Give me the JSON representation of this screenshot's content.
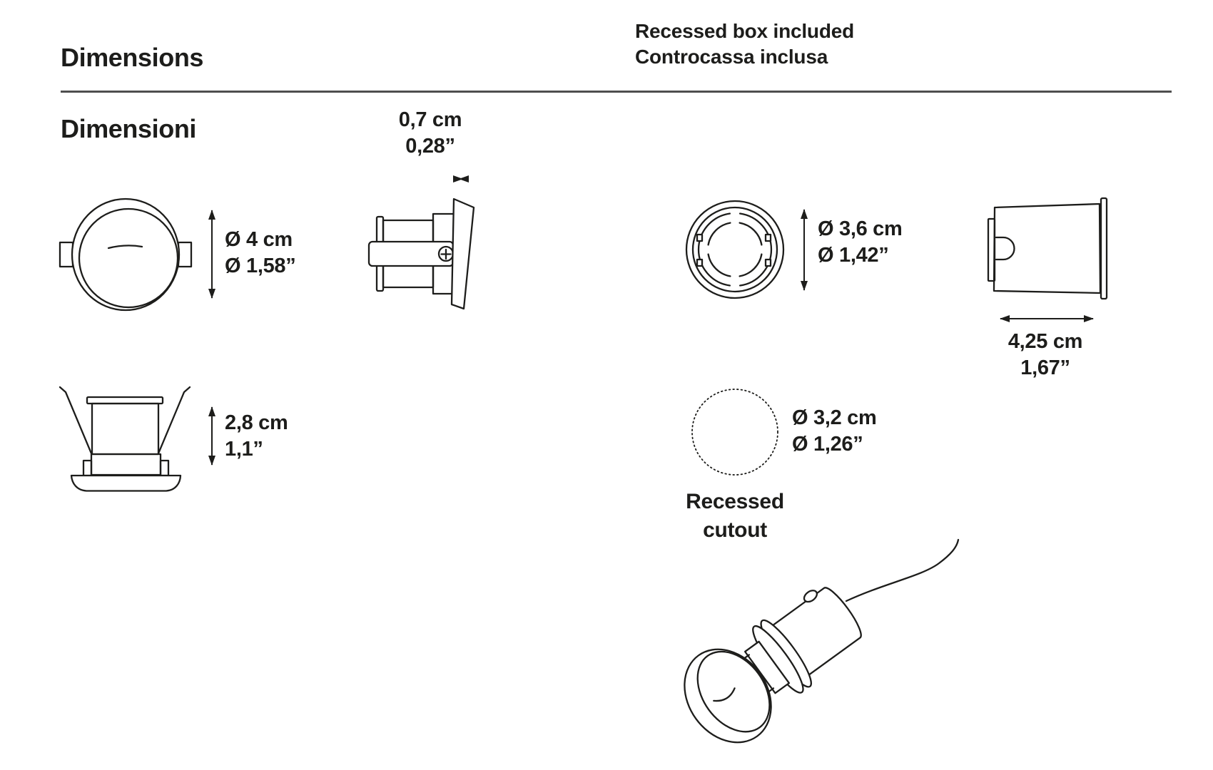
{
  "header": {
    "title_line1": "Dimensions",
    "title_line2": "Dimensioni",
    "note_line1": "Recessed box included",
    "note_line2": "Controcassa inclusa"
  },
  "colors": {
    "ink": "#1d1d1b",
    "rule": "#4e4e4e",
    "background": "#ffffff"
  },
  "dimensions": {
    "front_view": {
      "metric": "Ø 4 cm",
      "imperial": "Ø 1,58”"
    },
    "side_view": {
      "metric": "0,7 cm",
      "imperial": "0,28”"
    },
    "height_view": {
      "metric": "2,8 cm",
      "imperial": "1,1”"
    },
    "recessed_box_front": {
      "metric": "Ø 3,6 cm",
      "imperial": "Ø 1,42”"
    },
    "recessed_box_side": {
      "metric": "4,25 cm",
      "imperial": "1,67”"
    },
    "recessed_cutout": {
      "metric": "Ø 3,2 cm",
      "imperial": "Ø 1,26”",
      "caption_line1": "Recessed",
      "caption_line2": "cutout"
    }
  }
}
